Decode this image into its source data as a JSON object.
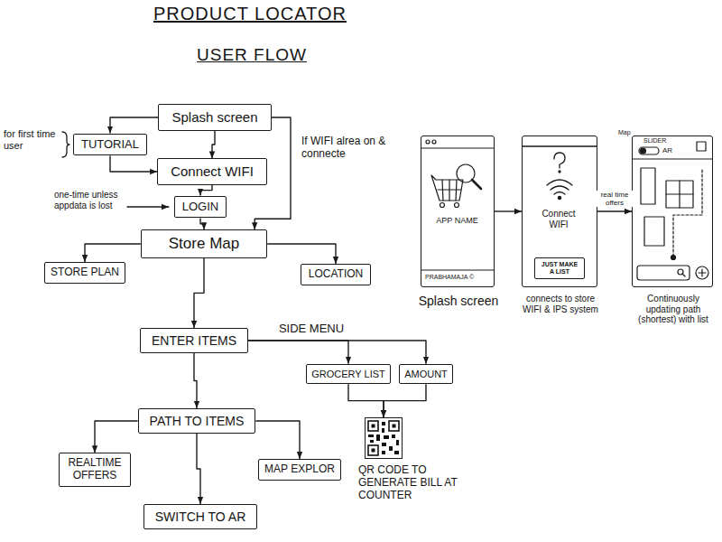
{
  "diagram": {
    "title": "PRODUCT LOCATOR",
    "nodes": [
      {
        "text": [
          "Splash screen"
        ]
      },
      {
        "text": [
          "TUTORIAL"
        ]
      },
      {
        "text": [
          "Connect WIFI"
        ]
      },
      {
        "text": [
          "LOGIN"
        ]
      },
      {
        "text": [
          "Store Map"
        ]
      },
      {
        "text": [
          "STORE PLAN"
        ]
      },
      {
        "text": [
          "LOCATION"
        ]
      },
      {
        "text": [
          "ENTER ITEMS"
        ]
      },
      {
        "text": [
          "GROCERY LIST"
        ]
      },
      {
        "text": [
          "AMOUNT"
        ]
      },
      {
        "text": [
          "PATH TO ITEMS"
        ]
      },
      {
        "text": [
          "REALTIME OFFERS"
        ]
      },
      {
        "text": [
          "MAP EXPLOR"
        ]
      },
      {
        "text": [
          "SWITCH TO AR"
        ]
      },
      {
        "text": [
          "QR CODE TO GENERATE BILL AT COUNTER"
        ]
      },
      {
        "text": [
          "APP NAME",
          "PRABHAMAJA ©",
          "Splash screen"
        ]
      },
      {
        "text": [
          "Connect WIFI",
          "connects to store WIFI & IPS system"
        ]
      },
      {
        "text": [
          "JUST MAKE A LIST"
        ],
        "in": 16
      },
      {
        "text": [
          "SLIDER",
          "Map",
          "AR",
          "Continuously updating path (shortest) with list"
        ]
      }
    ],
    "edges": [
      {
        "from": 0,
        "to": 2,
        "arrow": "to"
      },
      {
        "from": 0,
        "to": 1,
        "arrow": "to"
      },
      {
        "from": 1,
        "to": 2,
        "arrow": "to"
      },
      {
        "from": 0,
        "to": 4,
        "label": "If WIFI alrea on & connecte",
        "arrow": "to"
      },
      {
        "from": 2,
        "to": 3,
        "arrow": "to"
      },
      {
        "from": 3,
        "to": 4,
        "arrow": "to"
      },
      {
        "from": 4,
        "to": 5,
        "arrow": "to"
      },
      {
        "from": 4,
        "to": 6,
        "arrow": "to"
      },
      {
        "from": 4,
        "to": 7,
        "arrow": "to"
      },
      {
        "from": 7,
        "to": 8,
        "label": "SIDE MENU",
        "arrow": "to"
      },
      {
        "from": 7,
        "to": 9,
        "arrow": "to"
      },
      {
        "from": 8,
        "to": 14,
        "arrow": "to"
      },
      {
        "from": 9,
        "to": 14,
        "arrow": "to"
      },
      {
        "from": 7,
        "to": 10,
        "arrow": "to"
      },
      {
        "from": 10,
        "to": 11,
        "arrow": "to"
      },
      {
        "from": 10,
        "to": 12,
        "arrow": "to"
      },
      {
        "from": 10,
        "to": 13,
        "arrow": "to"
      },
      {
        "from": 15,
        "to": 16,
        "arrow": "to"
      },
      {
        "from": 16,
        "to": 18,
        "label": "real time offers",
        "arrow": "to"
      }
    ],
    "labels": [
      "USER FLOW",
      "for first time user",
      "one-time unless appdata is lost"
    ]
  }
}
